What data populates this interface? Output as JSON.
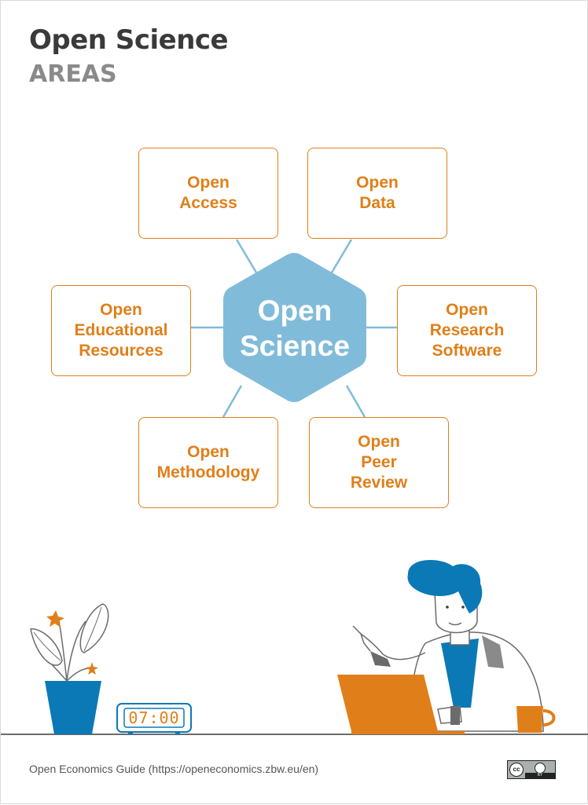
{
  "header": {
    "title": "Open Science",
    "subtitle": "AREAS"
  },
  "center": {
    "label": "Open\nScience"
  },
  "areas": [
    {
      "label": "Open\nAccess"
    },
    {
      "label": "Open\nData"
    },
    {
      "label": "Open\nEducational\nResources"
    },
    {
      "label": "Open\nResearch\nSoftware"
    },
    {
      "label": "Open\nMethodology"
    },
    {
      "label": "Open\nPeer\nReview"
    }
  ],
  "illustration": {
    "clock_time": "07:00"
  },
  "footer": {
    "credit": "Open Economics Guide (https://openeconomics.zbw.eu/en)"
  },
  "license": {
    "cc": "cc",
    "by": "BY"
  },
  "colors": {
    "accent_orange": "#e07f19",
    "hex_blue": "#80bcd9",
    "connector_blue": "#80bcd9",
    "dark_blue": "#0b79b5",
    "title_gray": "#3a3a3a",
    "subtitle_gray": "#8a8a8a"
  }
}
